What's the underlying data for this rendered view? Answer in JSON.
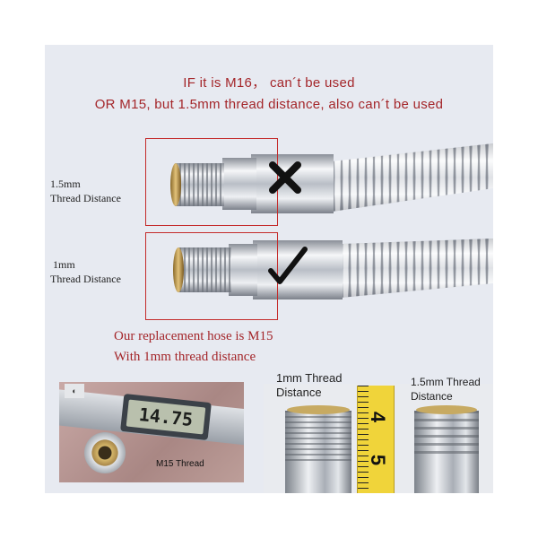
{
  "warning": {
    "line1": "IF it is M16， can´t be used",
    "line2": "OR M15, but 1.5mm thread distance, also can´t be used"
  },
  "fittings": [
    {
      "label_top": "1.5mm",
      "label_bottom": "Thread Distance",
      "verdict": "x-mark-icon"
    },
    {
      "label_top": "1mm",
      "label_bottom": "Thread Distance",
      "verdict": "check-mark-icon"
    }
  ],
  "replacement": {
    "line1": "Our replacement hose is M15",
    "line2": "With 1mm thread distance"
  },
  "caliper": {
    "reading": "14.75",
    "caption": "M15 Thread"
  },
  "comparison": {
    "left_top": "1mm Thread",
    "left_bottom": "Distance",
    "right_top": "1.5mm Thread",
    "right_bottom": "Distance",
    "tape_4": "4",
    "tape_5": "5"
  },
  "colors": {
    "accent": "#c42a2a",
    "text_red": "#a4262a",
    "tape": "#f0d43a"
  }
}
